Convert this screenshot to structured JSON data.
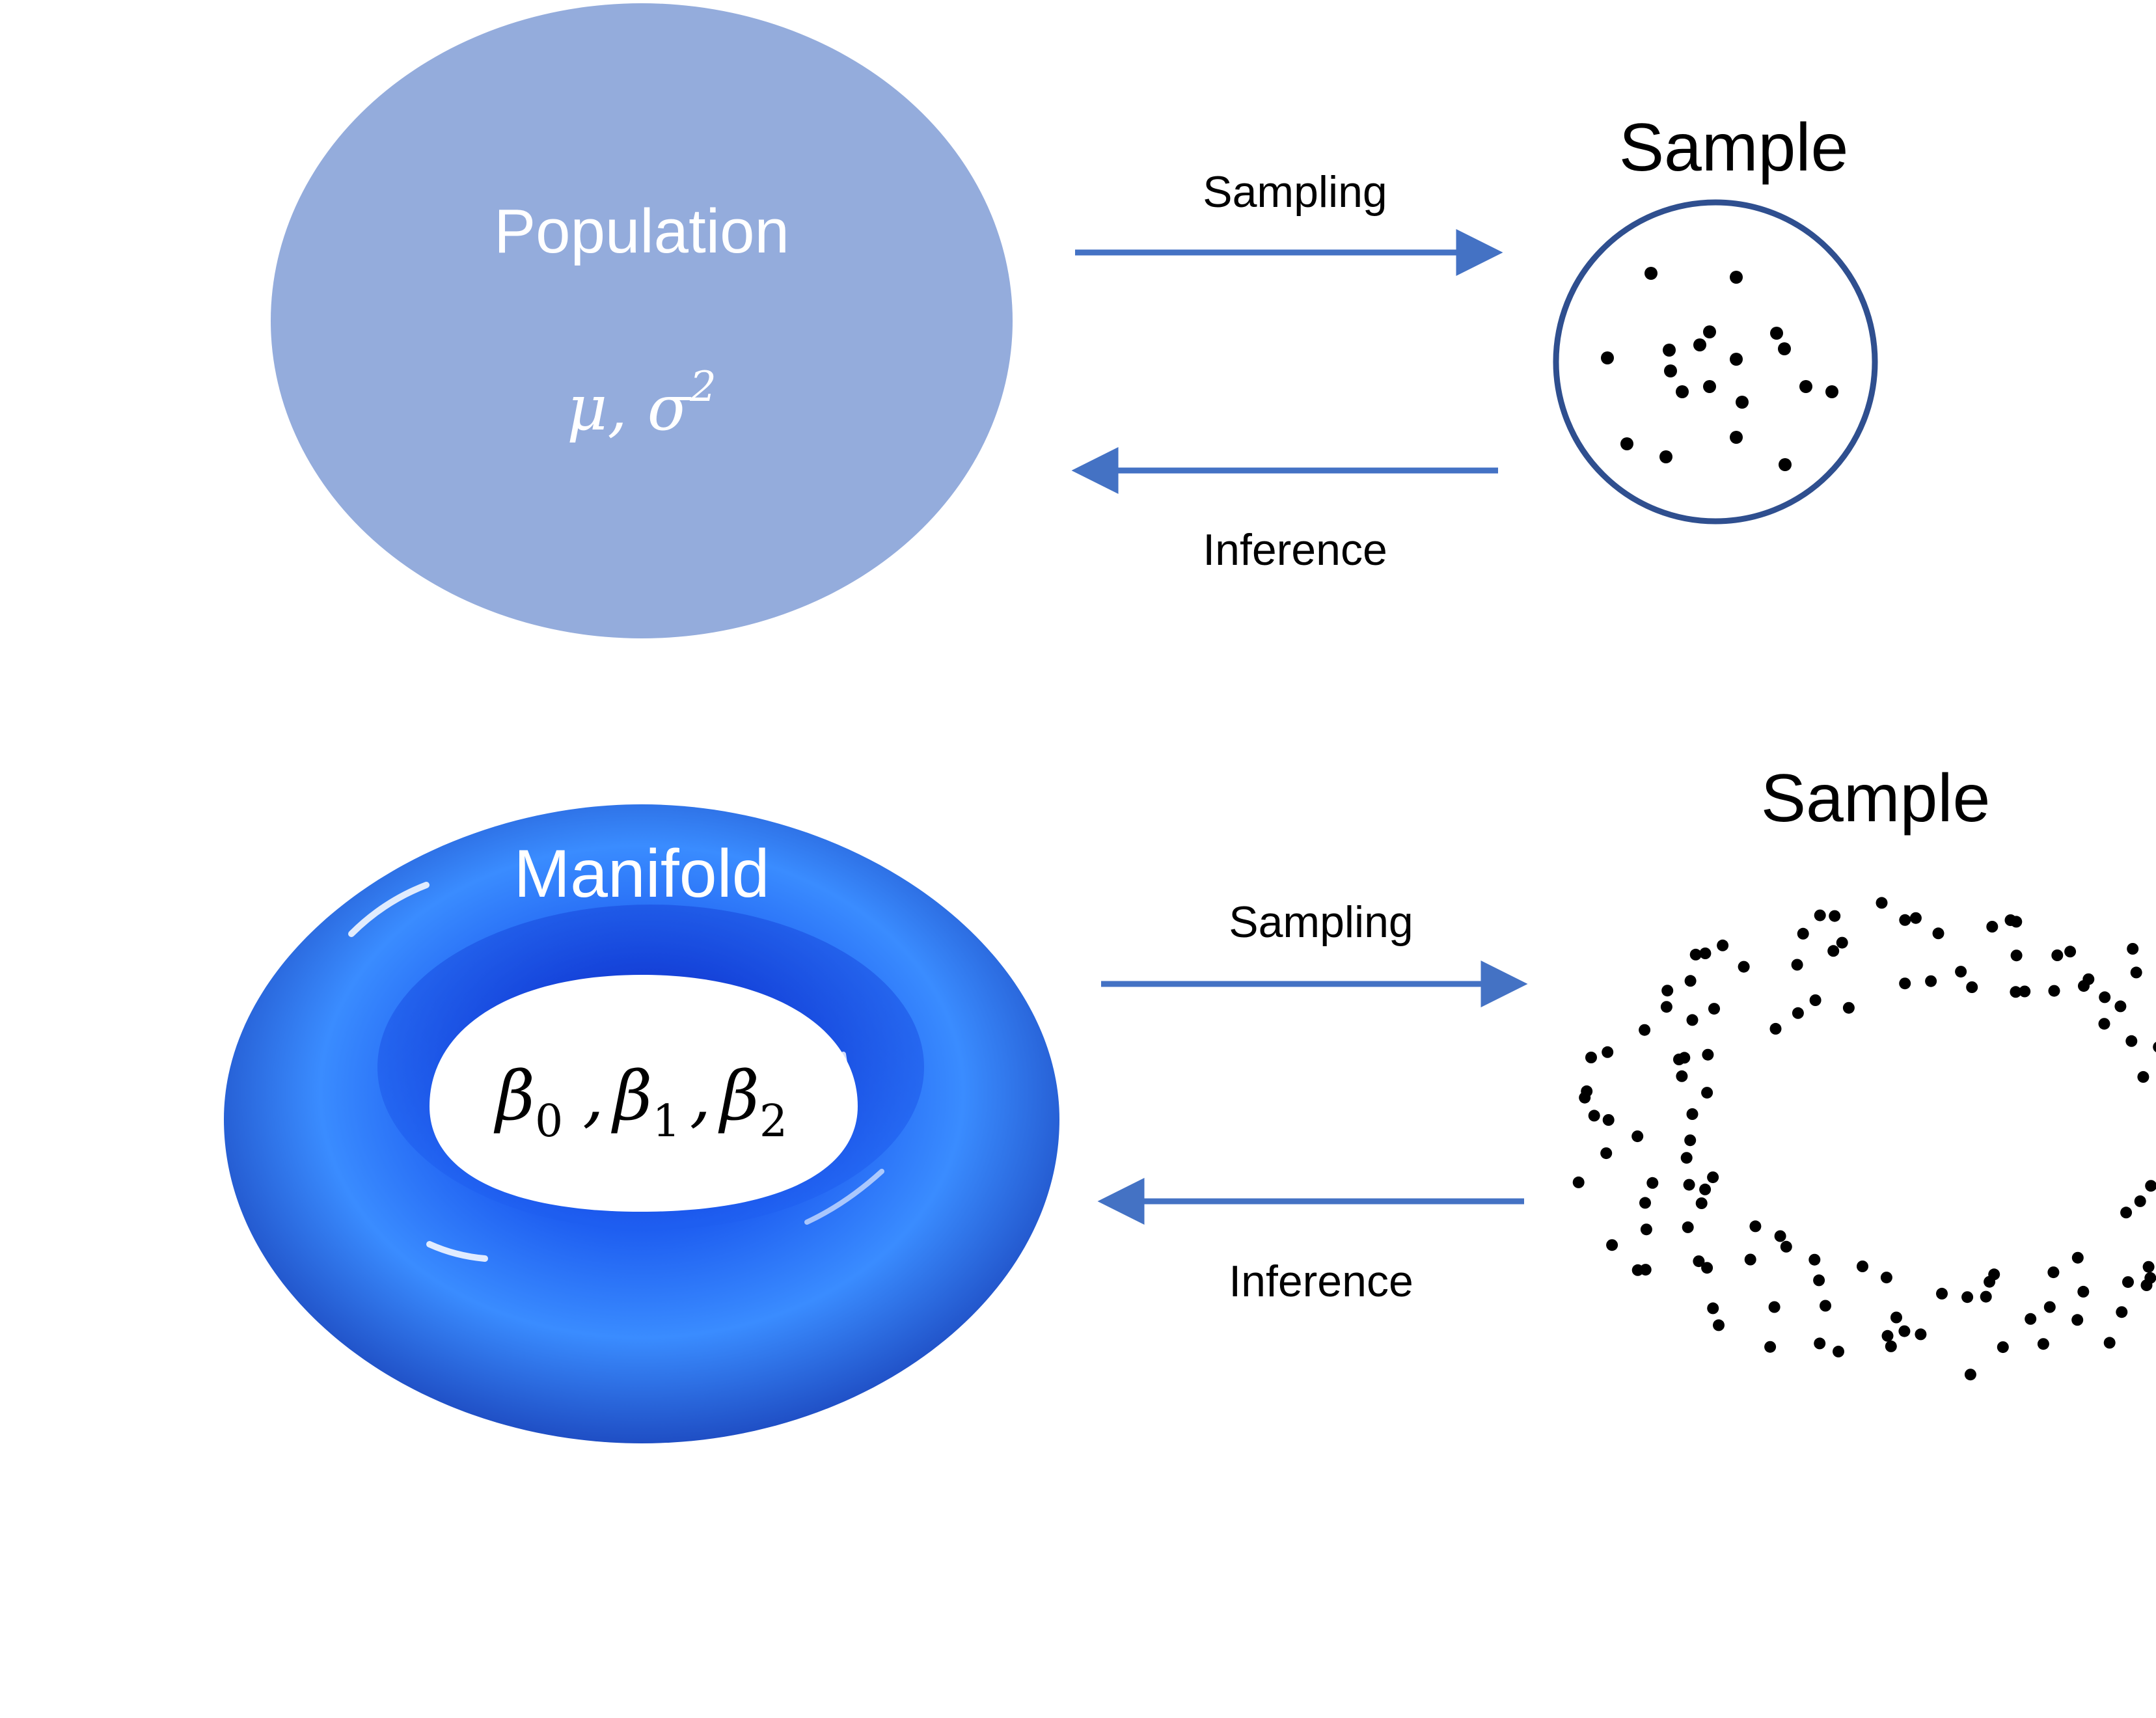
{
  "top": {
    "population_label": "Population",
    "population_params": "μ, σ",
    "population_params_sup": "2",
    "sample_title": "Sample",
    "sampling_label": "Sampling",
    "inference_label": "Inference"
  },
  "bottom": {
    "manifold_label": "Manifold",
    "betti_beta": "β",
    "betti_sub_0": "0",
    "betti_sub_1": "1",
    "betti_sub_2": "2",
    "betti_sep_1": ",",
    "betti_sep_2": ",",
    "sample_title": "Sample",
    "sampling_label": "Sampling",
    "inference_label": "Inference"
  },
  "colors": {
    "population_fill": "#94acdc",
    "sample_circle_stroke": "#2f4f8f",
    "arrow": "#4472c4",
    "torus_light": "#3c8cff",
    "torus_mid": "#2166f0",
    "torus_dark": "#0f2fd0",
    "dot": "#000000",
    "dark_text": "#000000",
    "light_text": "#ffffff"
  }
}
